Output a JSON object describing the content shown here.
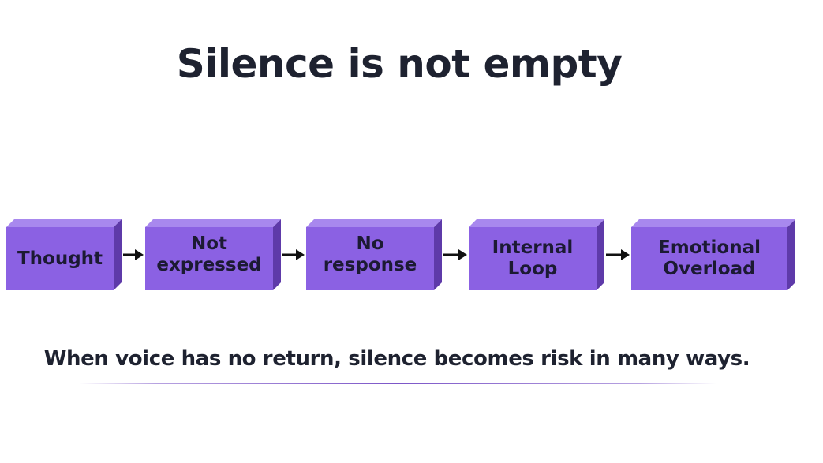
{
  "title": "Silence is not empty",
  "steps": [
    {
      "line1": "Thought",
      "line2": ""
    },
    {
      "line1": "Not",
      "line2": "expressed"
    },
    {
      "line1": "No",
      "line2": "response"
    },
    {
      "line1": "Internal",
      "line2": "Loop"
    },
    {
      "line1": "Emotional",
      "line2": "Overload"
    }
  ],
  "caption": "When voice has no return, silence becomes risk in many ways.",
  "colors": {
    "box_front": "#8b61e3",
    "box_top": "#a888ee",
    "box_side": "#5e3aa9",
    "text": "#1e2230",
    "accent": "#7c56c8"
  }
}
